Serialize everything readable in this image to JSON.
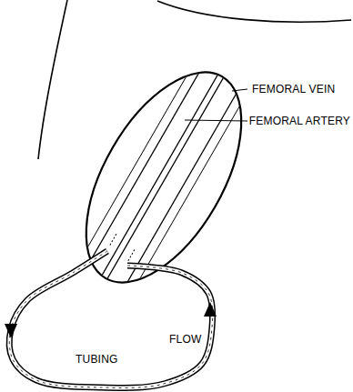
{
  "diagram": {
    "labels": [
      "FEMORAL VEIN",
      "FEMORAL ARTERY",
      "TUBING",
      "FLOW"
    ]
  }
}
